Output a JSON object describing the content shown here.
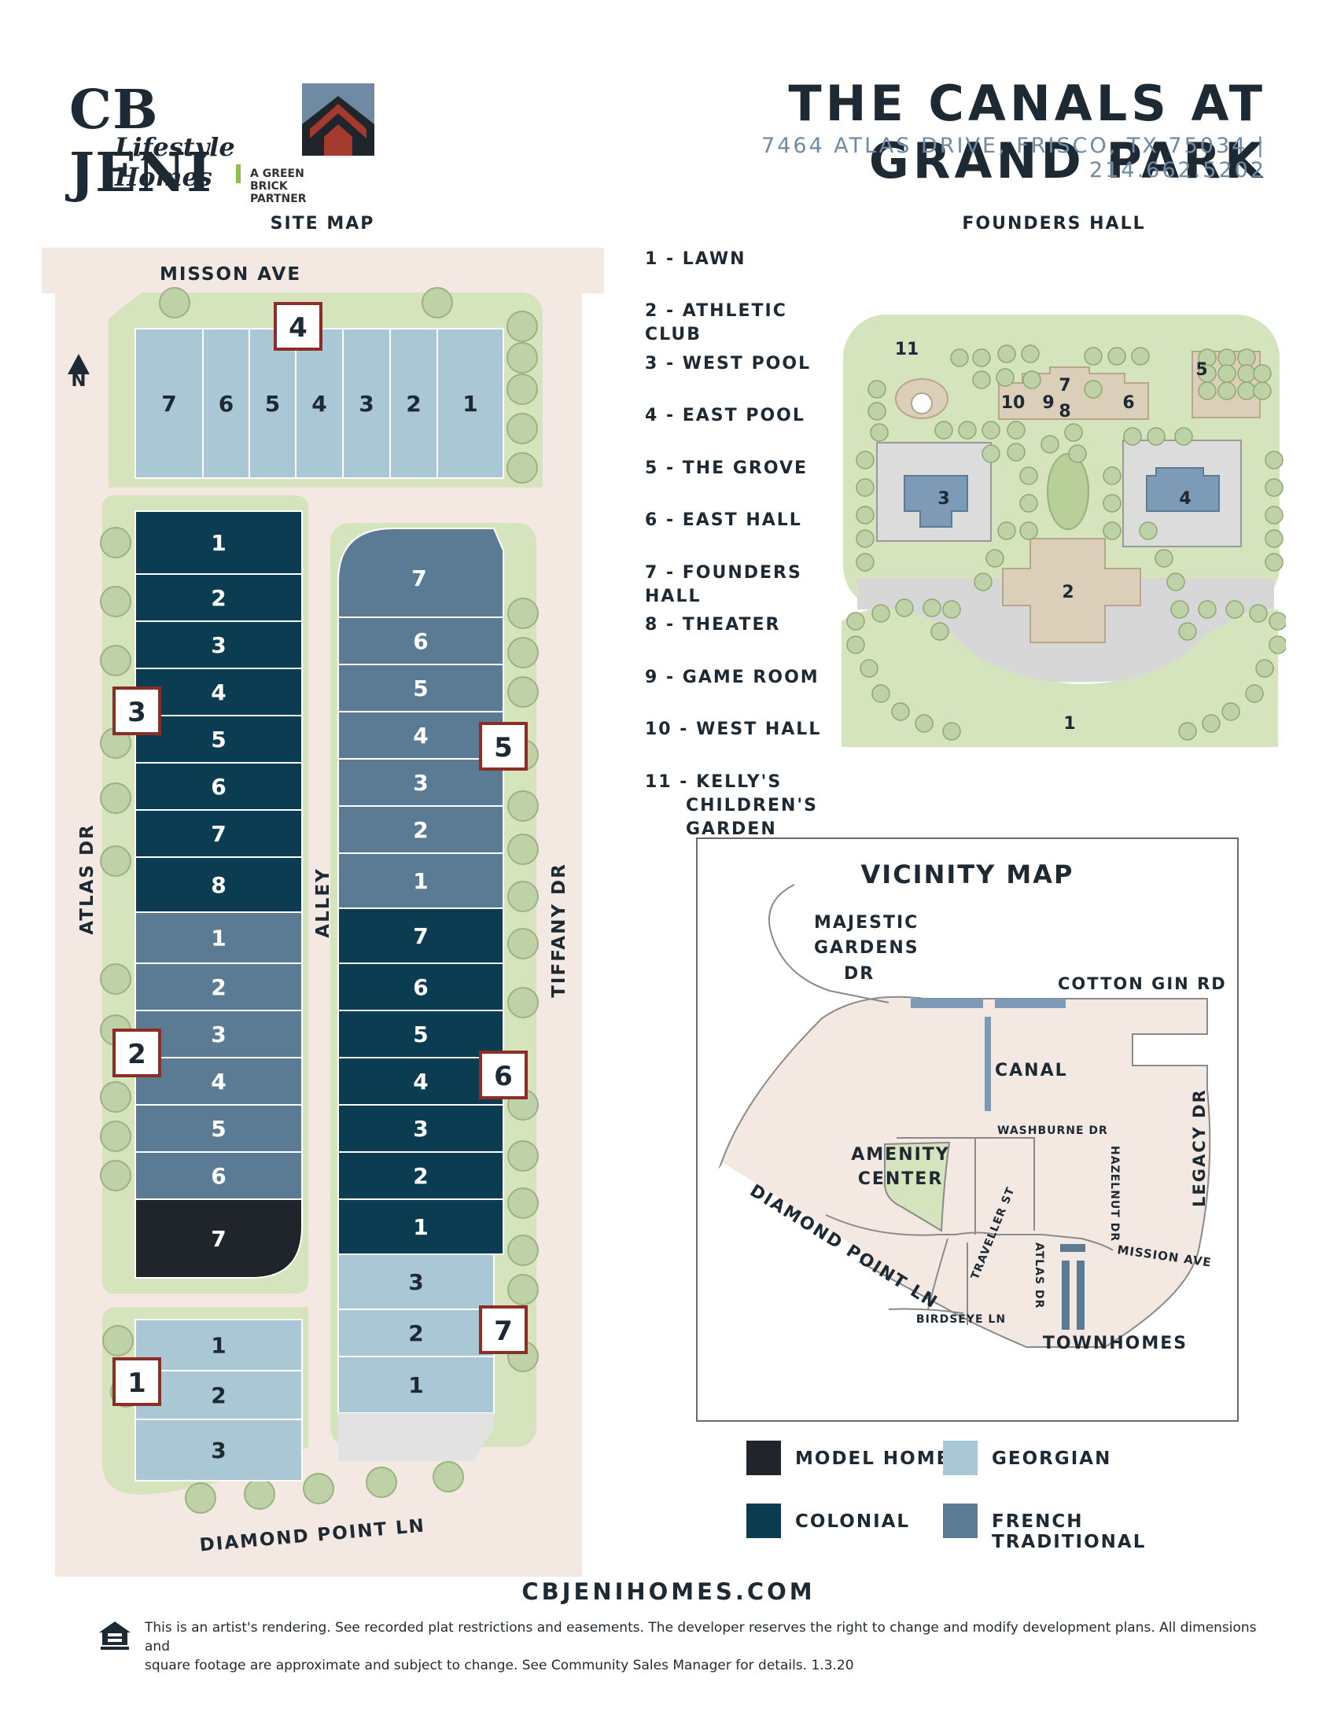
{
  "brand": {
    "name": "CB JENI",
    "script": "Lifestyle Homes",
    "partner": "A GREEN BRICK PARTNER"
  },
  "header": {
    "title": "THE CANALS AT GRAND PARK",
    "address": "7464 ATLAS DRIVE, FRISCO, TX 75034 | 214.662.5202"
  },
  "site_map": {
    "heading": "SITE MAP",
    "north": "N",
    "streets": {
      "top": "MISSON AVE",
      "left": "ATLAS DR",
      "center": "ALLEY",
      "right": "TIFFANY DR",
      "bottom": "DIAMOND POINT LN"
    },
    "markers": [
      "4",
      "3",
      "2",
      "1",
      "5",
      "6",
      "7"
    ],
    "top_row": [
      "7",
      "6",
      "5",
      "4",
      "3",
      "2",
      "1"
    ],
    "left_col_a": [
      "1",
      "2",
      "3",
      "4",
      "5",
      "6",
      "7",
      "8"
    ],
    "left_col_b": [
      "1",
      "2",
      "3",
      "4",
      "5",
      "6",
      "7"
    ],
    "left_col_c": [
      "1",
      "2",
      "3"
    ],
    "right_col_a": [
      "7",
      "6",
      "5",
      "4",
      "3",
      "2",
      "1"
    ],
    "right_col_b": [
      "7",
      "6",
      "5",
      "4",
      "3",
      "2",
      "1"
    ],
    "right_col_c": [
      "3",
      "2",
      "1"
    ]
  },
  "founders_hall": {
    "heading": "FOUNDERS HALL",
    "items": [
      "1 - LAWN",
      "2 - ATHLETIC CLUB",
      "3 - WEST POOL",
      "4 - EAST POOL",
      "5 - THE GROVE",
      "6 - EAST HALL",
      "7 - FOUNDERS HALL",
      "8 - THEATER",
      "9 - GAME ROOM",
      "10 - WEST HALL",
      "11 - KELLY'S",
      "CHILDREN'S GARDEN"
    ],
    "map_labels": [
      "1",
      "2",
      "3",
      "4",
      "5",
      "6",
      "7",
      "8",
      "9",
      "10",
      "11"
    ]
  },
  "vicinity_map": {
    "heading": "VICINITY MAP",
    "labels": {
      "majestic_1": "MAJESTIC",
      "majestic_2": "GARDENS",
      "majestic_3": "DR",
      "cotton_gin": "COTTON GIN RD",
      "canal": "CANAL",
      "washburne": "WASHBURNE DR",
      "hazelnut": "HAZELNUT DR",
      "legacy": "LEGACY DR",
      "amenity_1": "AMENITY",
      "amenity_2": "CENTER",
      "diamond": "DIAMOND POINT LN",
      "traveller": "TRAVELLER ST",
      "atlas": "ATLAS DR",
      "mission": "MISSION AVE",
      "birdseye": "BIRDSEYE LN",
      "townhomes": "TOWNHOMES"
    }
  },
  "legend": [
    {
      "label": "MODEL HOME",
      "color": "#1f252b"
    },
    {
      "label": "GEORGIAN",
      "color": "#aac7d6"
    },
    {
      "label": "COLONIAL",
      "color": "#0c3c52"
    },
    {
      "label": "FRENCH TRADITIONAL",
      "color": "#5b7b95"
    }
  ],
  "footer": {
    "url": "CBJENIHOMES.COM",
    "disclaimer_1": "This is an artist's rendering. See recorded plat restrictions and easements. The developer reserves the right to change and modify development plans.  All dimensions and",
    "disclaimer_2": "square footage are approximate and subject to change. See Community Sales Manager for details. 1.3.20"
  },
  "colors": {
    "georgian": "#aac7d6",
    "colonial": "#0c3c52",
    "french": "#5b7b95",
    "model": "#1f252b",
    "road": "#f3e8e2",
    "grass": "#d5e4bd",
    "tree": "#bfd1a6",
    "marker": "#8c2e26",
    "building": "#dccfb9",
    "pool": "#7d9bb6",
    "paving": "#d7d7d7"
  }
}
